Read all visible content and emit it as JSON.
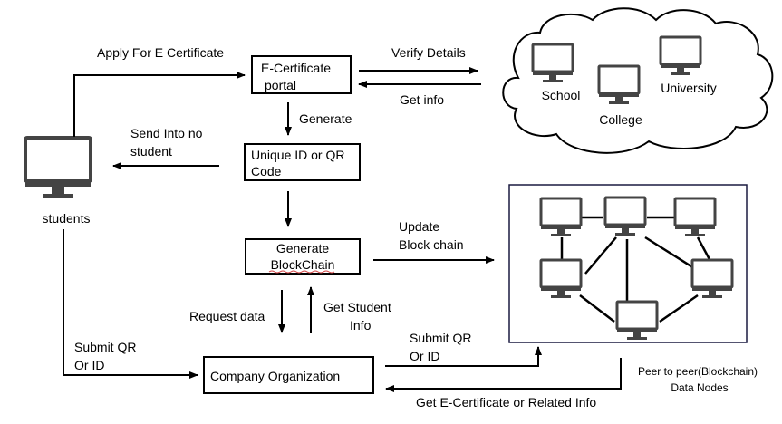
{
  "boxes": {
    "portal": [
      "E-Certificate",
      "portal"
    ],
    "unique_id": [
      "Unique ID or QR",
      "Code"
    ],
    "blockchain": [
      "Generate",
      "BlockChain"
    ],
    "company": "Company Organization"
  },
  "labels": {
    "apply": "Apply For E Certificate",
    "verify": "Verify Details",
    "get_info": "Get info",
    "generate": "Generate",
    "send_info": [
      "Send Into no",
      "student"
    ],
    "students": "students",
    "update": [
      "Update",
      "Block chain"
    ],
    "request_data": "Request data",
    "get_student_info": [
      "Get Student",
      "Info"
    ],
    "submit_qr_left": [
      "Submit QR",
      "Or ID"
    ],
    "submit_qr_right": [
      "Submit QR",
      "Or ID"
    ],
    "get_certificate": "Get E-Certificate or Related Info",
    "peer_nodes": [
      "Peer to peer(Blockchain)",
      "Data Nodes"
    ]
  },
  "cloud": {
    "school": "School",
    "college": "College",
    "university": "University"
  },
  "icons": {
    "student_computer": "monitor-icon",
    "institution_computer": "monitor-icon",
    "node_computer": "monitor-icon"
  },
  "colors": {
    "stroke": "#000000",
    "monitor_screen": "#ffffff",
    "monitor_frame": "#444444",
    "spellcheck_underline": "#d04040"
  }
}
